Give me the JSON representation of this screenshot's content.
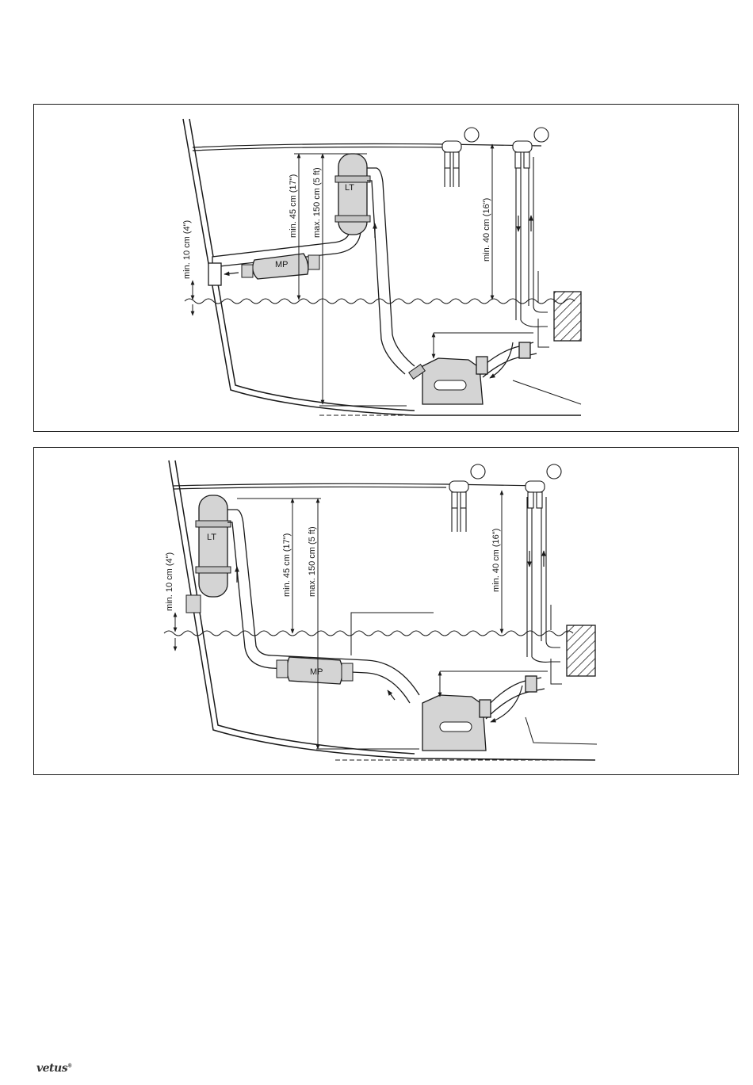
{
  "panels": [
    {
      "dim_min45": "min. 45 cm (17\")",
      "dim_max150": "max. 150 cm (5 ft)",
      "dim_min10": "min. 10 cm (4\")",
      "dim_min40": "min. 40 cm (16\")",
      "label_lt": "LT",
      "label_mp": "MP"
    },
    {
      "dim_min45": "min. 45 cm (17\")",
      "dim_max150": "max. 150 cm (5 ft)",
      "dim_min10": "min. 10 cm (4\")",
      "dim_min40": "min. 40 cm (16\")",
      "label_lt": "LT",
      "label_mp": "MP"
    }
  ],
  "footer": {
    "brand_logo": "vetus"
  },
  "colors": {
    "line": "#1a1a1a",
    "component_fill": "#d4d4d4",
    "hatch": "#1a1a1a"
  }
}
